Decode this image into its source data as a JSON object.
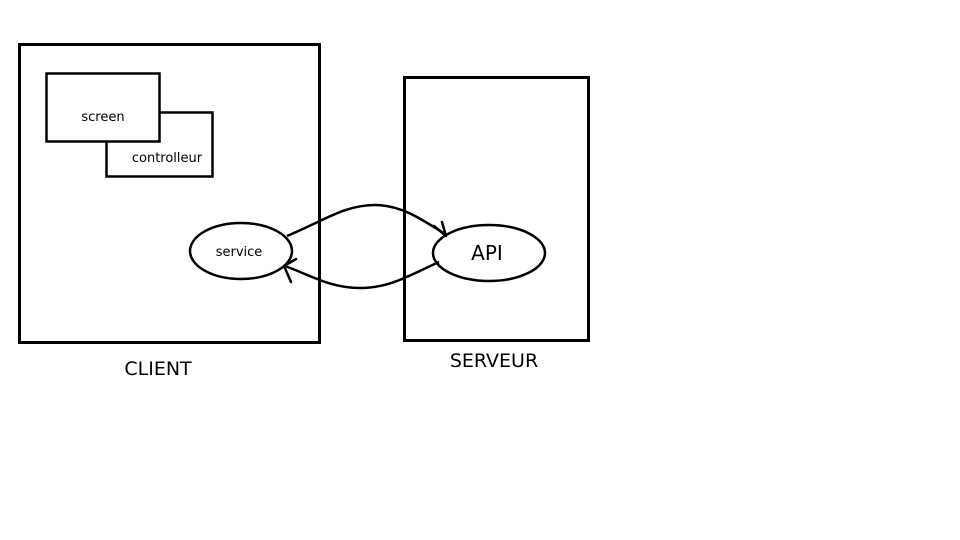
{
  "diagram": {
    "client": {
      "label": "CLIENT"
    },
    "serveur": {
      "label": "SERVEUR"
    },
    "screen": {
      "label": "screen"
    },
    "controlleur": {
      "label": "controlleur"
    },
    "service": {
      "label": "service"
    },
    "api": {
      "label": "API"
    }
  },
  "colors": {
    "stroke": "#000000",
    "background": "#ffffff"
  }
}
